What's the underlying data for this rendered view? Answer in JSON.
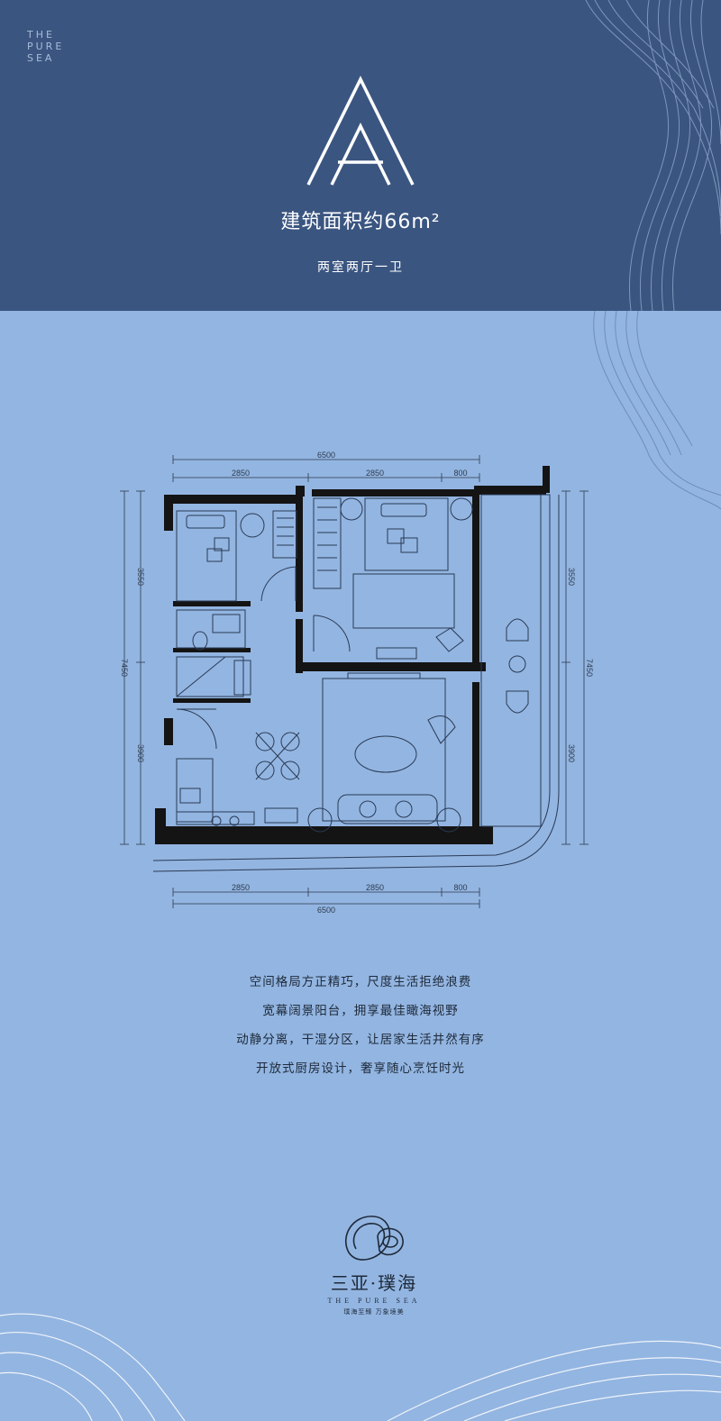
{
  "brand_mark": [
    "THE",
    "PURE",
    "SEA"
  ],
  "unit_code": "A",
  "area_title": "建筑面积约66m²",
  "layout_type": "两室两厅一卫",
  "floor_plan": {
    "dims_top": {
      "total": "6500",
      "segments": [
        "2850",
        "2850",
        "800"
      ]
    },
    "dims_bottom": {
      "total": "6500",
      "segments": [
        "2850",
        "2850",
        "800"
      ]
    },
    "dims_left": {
      "total": "7450",
      "segments": [
        "3550",
        "3900"
      ]
    },
    "dims_right": {
      "total": "7450",
      "segments": [
        "3550",
        "3900"
      ]
    }
  },
  "features": [
    "空间格局方正精巧，尺度生活拒绝浪费",
    "宽幕阔景阳台，拥享最佳瞰海视野",
    "动静分离，干湿分区，让居家生活井然有序",
    "开放式厨房设计，奢享随心烹饪时光"
  ],
  "footer_logo": {
    "name_cn": "三亚·璞海",
    "name_en": "THE PURE SEA",
    "slogan": "璞海至臻  万象境美"
  },
  "colors": {
    "top_band": "#3a5580",
    "bottom_band": "#93b5e1",
    "wall": "#141414"
  }
}
